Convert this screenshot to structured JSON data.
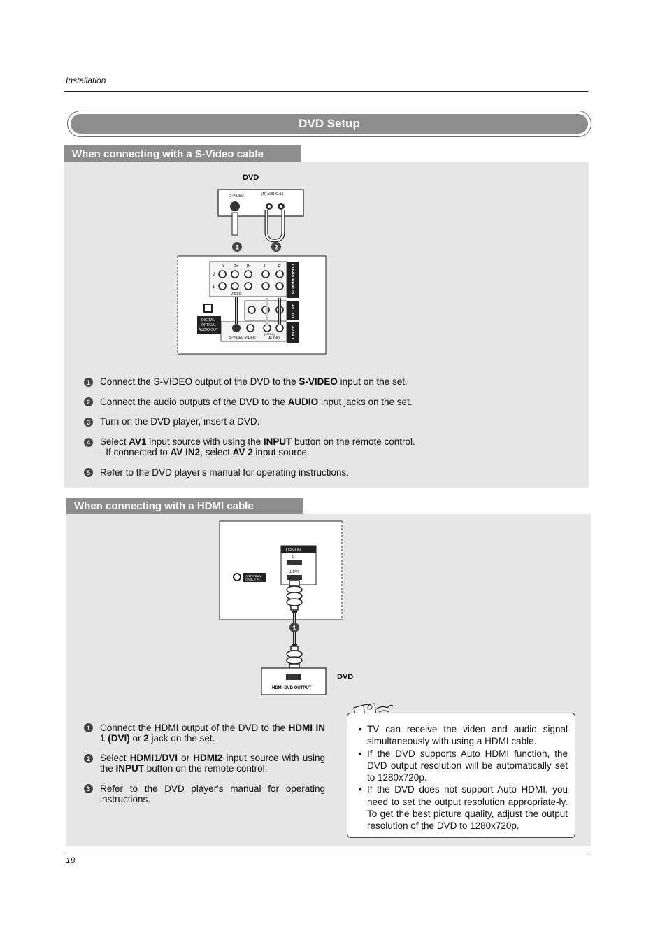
{
  "header": {
    "section": "Installation"
  },
  "title": "DVD Setup",
  "svideo": {
    "heading": "When connecting with a S-Video cable",
    "diagram": {
      "dvd_label": "DVD",
      "dvd_svideo": "S-VIDEO",
      "dvd_audio": "(R) AUDIO (L)",
      "marker1": "1",
      "marker2": "2",
      "y": "Y",
      "pb": "Pb",
      "pr": "Pr",
      "l": "L",
      "r": "R",
      "row2": "2",
      "row1": "1",
      "video_small": "VIDEO",
      "component_in": "COMPONENT IN",
      "av_out": "AV OUT",
      "av_in1": "AV IN 1",
      "digital_optical": [
        "DIGITAL",
        "OPTICAL",
        "AUDIO OUT"
      ],
      "s_video_jack": "S-VIDEO",
      "video_jack": "VIDEO",
      "audio_jack": "AUDIO",
      "mono": "(MONO)"
    },
    "steps": [
      {
        "n": "1",
        "pre": "Connect the S-VIDEO output of the DVD to the ",
        "b1": "S-VIDEO",
        "post": " input on the set."
      },
      {
        "n": "2",
        "pre": "Connect the audio outputs of the DVD to the ",
        "b1": "AUDIO",
        "post": " input jacks on the set."
      },
      {
        "n": "3",
        "pre": "Turn on the DVD player, insert a DVD."
      },
      {
        "n": "4",
        "pre": "Select ",
        "b1": "AV1",
        "mid": " input source with using the ",
        "b2": "INPUT",
        "post": " button on the remote control.",
        "line2_pre": "- If connected to ",
        "line2_b1": "AV IN2",
        "line2_mid": ", select ",
        "line2_b2": "AV 2",
        "line2_post": " input source."
      },
      {
        "n": "5",
        "pre": "Refer to the DVD player's manual for operating instructions."
      }
    ]
  },
  "hdmi": {
    "heading": "When connecting with a HDMI cable",
    "diagram": {
      "hdmi_in": "HDMI IN",
      "port2": "2",
      "port1": "1(DVI)",
      "antenna": [
        "ANTENNA/",
        "CABLE IN"
      ],
      "marker1": "1",
      "dvd_label": "DVD",
      "dvd_output": "HDMI-DVD OUTPUT"
    },
    "steps": [
      {
        "n": "1",
        "pre": "Connect the HDMI output of the DVD to the ",
        "b1": "HDMI IN 1 (DVI)",
        "mid": " or ",
        "b2": "2",
        "post": " jack on the set."
      },
      {
        "n": "2",
        "pre": "Select ",
        "b1": "HDMI1",
        "mid0": "/",
        "b1b": "DVI",
        "mid": " or ",
        "b2": "HDMI2",
        "post": " input source with using the ",
        "b3": "INPUT",
        "post2": " button on the remote control."
      },
      {
        "n": "3",
        "pre": "Refer to the DVD player's manual for operating instructions."
      }
    ],
    "notes": [
      "TV can receive the video and audio signal simultaneously with using a HDMI cable.",
      "If the DVD supports Auto HDMI function, the DVD output resolution will be automatically set to 1280x720p.",
      "If the DVD does not support Auto HDMI, you need to set the output resolution appropriate-ly. To get the best picture quality, adjust the output resolution of the DVD to 1280x720p."
    ]
  },
  "footer": {
    "page": "18"
  }
}
